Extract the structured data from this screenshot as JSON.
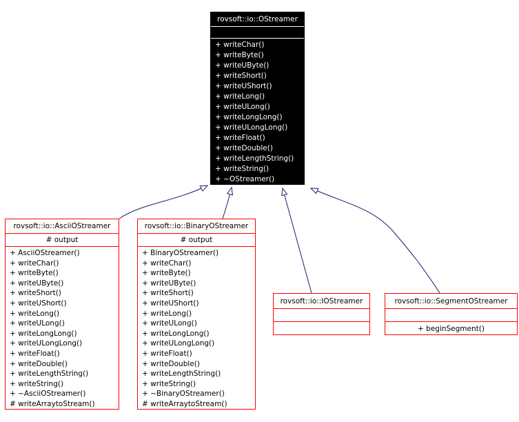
{
  "diagram": {
    "type": "uml-class-inheritance",
    "classes": [
      {
        "name": "rovsoft::io::OStreamer",
        "highlighted": true,
        "attributes": [],
        "methods": [
          "+ writeChar()",
          "+ writeByte()",
          "+ writeUByte()",
          "+ writeShort()",
          "+ writeUShort()",
          "+ writeLong()",
          "+ writeULong()",
          "+ writeLongLong()",
          "+ writeULongLong()",
          "+ writeFloat()",
          "+ writeDouble()",
          "+ writeLengthString()",
          "+ writeString()",
          "+ ~OStreamer()"
        ]
      },
      {
        "name": "rovsoft::io::AsciiOStreamer",
        "highlighted": false,
        "attributes": [
          "# output"
        ],
        "methods": [
          "+ AsciiOStreamer()",
          "+ writeChar()",
          "+ writeByte()",
          "+ writeUByte()",
          "+ writeShort()",
          "+ writeUShort()",
          "+ writeLong()",
          "+ writeULong()",
          "+ writeLongLong()",
          "+ writeULongLong()",
          "+ writeFloat()",
          "+ writeDouble()",
          "+ writeLengthString()",
          "+ writeString()",
          "+ ~AsciiOStreamer()",
          "# writeArraytoStream()"
        ]
      },
      {
        "name": "rovsoft::io::BinaryOStreamer",
        "highlighted": false,
        "attributes": [
          "# output"
        ],
        "methods": [
          "+ BinaryOStreamer()",
          "+ writeChar()",
          "+ writeByte()",
          "+ writeUByte()",
          "+ writeShort()",
          "+ writeUShort()",
          "+ writeLong()",
          "+ writeULong()",
          "+ writeLongLong()",
          "+ writeULongLong()",
          "+ writeFloat()",
          "+ writeDouble()",
          "+ writeLengthString()",
          "+ writeString()",
          "+ ~BinaryOStreamer()",
          "# writeArraytoStream()"
        ]
      },
      {
        "name": "rovsoft::io::IOStreamer",
        "highlighted": false,
        "attributes": [],
        "methods": []
      },
      {
        "name": "rovsoft::io::SegmentOStreamer",
        "highlighted": false,
        "attributes": [],
        "methods": [
          "+ beginSegment()"
        ]
      }
    ],
    "edges": [
      {
        "from": "rovsoft::io::AsciiOStreamer",
        "to": "rovsoft::io::OStreamer",
        "relation": "inherits"
      },
      {
        "from": "rovsoft::io::BinaryOStreamer",
        "to": "rovsoft::io::OStreamer",
        "relation": "inherits"
      },
      {
        "from": "rovsoft::io::IOStreamer",
        "to": "rovsoft::io::OStreamer",
        "relation": "inherits"
      },
      {
        "from": "rovsoft::io::SegmentOStreamer",
        "to": "rovsoft::io::OStreamer",
        "relation": "inherits"
      }
    ],
    "colors": {
      "node_border": "#ff0000",
      "edge": "#191970",
      "node_bg": "#ffffff",
      "text": "#000000",
      "highlight_bg": "#000000",
      "highlight_fg": "#ffffff"
    }
  }
}
